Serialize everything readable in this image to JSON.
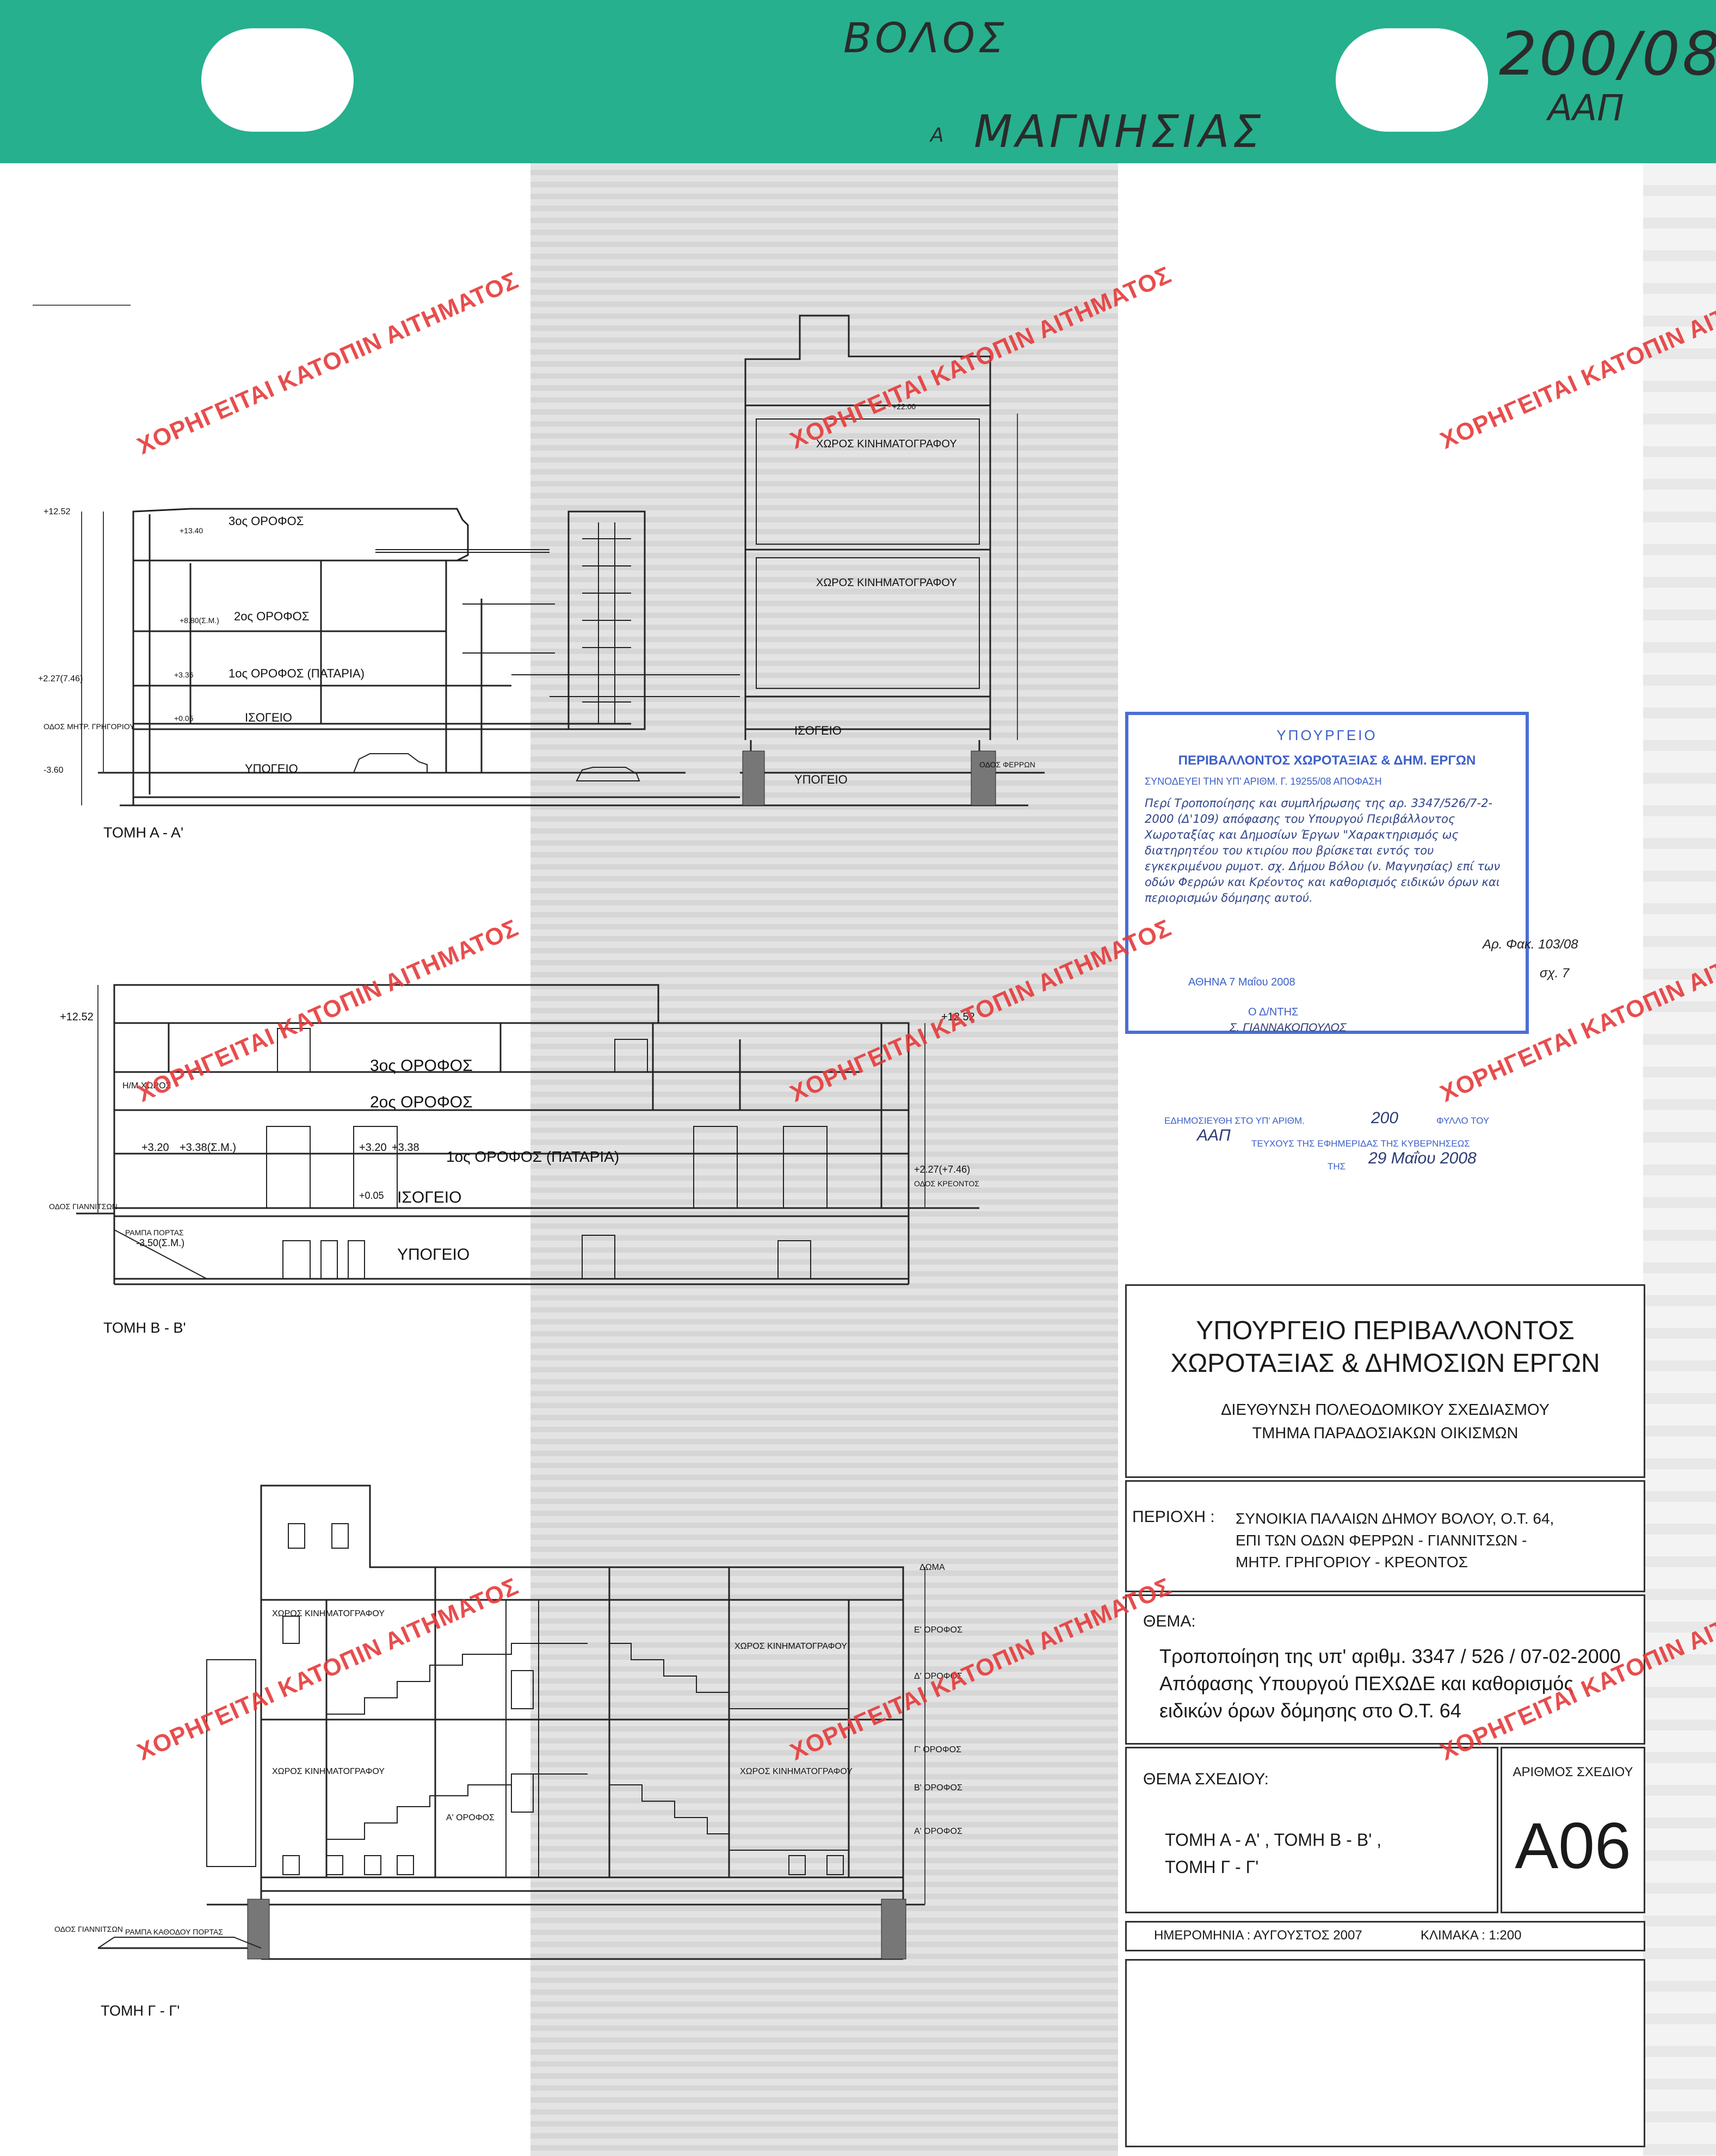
{
  "header": {
    "city": "ΒΟΛΟΣ",
    "prefecture_prefix": "Α",
    "prefecture": "ΜΑΓΝΗΣΙΑΣ",
    "decision_no": "200/08",
    "gazette_issue": "ΑΑΠ"
  },
  "watermark_text": "ΧΟΡΗΓΕΙΤΑΙ ΚΑΤΟΠΙΝ ΑΙΤΗΜΑΤΟΣ",
  "sections": {
    "aa": {
      "title": "ΤΟΜΗ Α - Α'",
      "labels": {
        "floor3": "3ος ΟΡΟΦΟΣ",
        "floor2": "2ος ΟΡΟΦΟΣ",
        "floor1": "1ος ΟΡΟΦΟΣ (ΠΑΤΑΡΙΑ)",
        "ground": "ΙΣΟΓΕΙΟ",
        "ground2": "ΙΣΟΓΕΙΟ",
        "basement": "ΥΠΟΓΕΙΟ",
        "basement2": "ΥΠΟΓΕΙΟ",
        "cinema1": "ΧΩΡΟΣ ΚΙΝΗΜΑΤΟΓΡΑΦΟΥ",
        "cinema2": "ΧΩΡΟΣ ΚΙΝΗΜΑΤΟΓΡΑΦΟΥ",
        "street_left": "ΟΔΟΣ ΜΗΤΡ. ΓΡΗΓΟΡΙΟΥ",
        "street_right": "ΟΔΟΣ ΦΕΡΡΩΝ",
        "lvl_top": "+12.52",
        "lvl_mid": "+2.27(7.46)",
        "lvl_base": "-3.60",
        "lvl_1": "+3.36",
        "lvl_2": "+0.05",
        "lvl_3": "+8.80(Σ.Μ.)",
        "lvl_4": "+13.40",
        "lvl_5": "+22.00"
      }
    },
    "bb": {
      "title": "ΤΟΜΗ Β - Β'",
      "labels": {
        "floor3": "3ος ΟΡΟΦΟΣ",
        "floor2": "2ος ΟΡΟΦΟΣ",
        "floor1": "1ος ΟΡΟΦΟΣ (ΠΑΤΑΡΙΑ)",
        "ground": "ΙΣΟΓΕΙΟ",
        "basement": "ΥΠΟΓΕΙΟ",
        "empty_space": "Η/Μ ΧΩΡΟΣ",
        "street_left": "ΟΔΟΣ ΓΙΑΝΝΙΤΣΩΝ",
        "street_right": "ΟΔΟΣ ΚΡΕΟΝΤΟΣ",
        "ramp": "ΡΑΜΠΑ ΠΟΡΤΑΣ",
        "lvl_top_left": "+12.52",
        "lvl_top_right": "+12.52",
        "lvl_320": "+3.20",
        "lvl_338sm": "+3.38(Σ.Μ.)",
        "lvl_320b": "+3.20",
        "lvl_338": "+3.38",
        "lvl_005": "+0.05",
        "lvl_right": "+2.27(+7.46)",
        "lvl_base": "-3.50(Σ.Μ.)"
      }
    },
    "gg": {
      "title": "ΤΟΜΗ Γ - Γ'",
      "labels": {
        "roof": "ΔΩΜΑ",
        "floor5": "Ε' ΟΡΟΦΟΣ",
        "floor4": "Δ' ΟΡΟΦΟΣ",
        "floor3": "Γ' ΟΡΟΦΟΣ",
        "floor2": "Β' ΟΡΟΦΟΣ",
        "floor1": "Α' ΟΡΟΦΟΣ",
        "floor1b": "Α' ΟΡΟΦΟΣ",
        "cinema_top": "ΧΩΡΟΣ ΚΙΝΗΜΑΤΟΓΡΑΦΟΥ",
        "cinema_left": "ΧΩΡΟΣ ΚΙΝΗΜΑΤΟΓΡΑΦΟΥ",
        "cinema_right": "ΧΩΡΟΣ ΚΙΝΗΜΑΤΟΓΡΑΦΟΥ",
        "cinema_tl": "ΧΩΡΟΣ ΚΙΝΗΜΑΤΟΓΡΑΦΟΥ",
        "street_left": "ΟΔΟΣ ΓΙΑΝΝΙΤΣΩΝ",
        "ramp": "ΡΑΜΠΑ ΚΑΘΟΔΟΥ ΠΟΡΤΑΣ"
      }
    }
  },
  "stamp": {
    "ministry": "ΥΠΟΥΡΓΕΙΟ",
    "ministry_full": "ΠΕΡΙΒΑΛΛΟΝΤΟΣ ΧΩΡΟΤΑΞΙΑΣ & ΔΗΜ. ΕΡΓΩΝ",
    "accompanies": "ΣΥΝΟΔΕΥΕΙ ΤΗΝ ΥΠ' ΑΡΙΘΜ. Γ. 19255/08 ΑΠΟΦΑΣΗ",
    "handwritten": "Περί Τροποποίησης και συμπλήρωσης της αρ. 3347/526/7-2-2000 (Δ'109) απόφασης του Υπουργού Περιβάλλοντος Χωροταξίας και Δημοσίων Έργων \"Χαρακτηρισμός ως διατηρητέου του κτιρίου που βρίσκεται εντός του εγκεκριμένου ρυμοτ. σχ. Δήμου Βόλου (ν. Μαγνησίας) επί των οδών Φερρών και Κρέοντος και καθορισμός ειδικών όρων και περιορισμών δόμησης αυτού.",
    "date": "ΑΘΗΝΑ 7 Μαΐου 2008",
    "signer_title": "Ο Δ/ΝΤΗΣ",
    "signer_name": "Σ. ΓΙΑΝΝΑΚΟΠΟΥΛΟΣ"
  },
  "file_ref": {
    "file_no": "Αρ. Φακ. 103/08",
    "sheet_no": "σχ. 7"
  },
  "gazette": {
    "line1": "ΕΔΗΜΟΣΙΕΥΘΗ ΣΤΟ ΥΠ' ΑΡΙΘΜ.",
    "line1_num": "200",
    "line1_end": "ΦΥΛΛΟ ΤΟΥ",
    "line2_hand": "ΑΑΠ",
    "line2": "ΤΕΥΧΟΥΣ ΤΗΣ ΕΦΗΜΕΡΙΔΑΣ ΤΗΣ ΚΥΒΕΡΝΗΣΕΩΣ",
    "line3": "ΤΗΣ",
    "line3_hand": "29 Μαΐου 2008"
  },
  "title_block": {
    "ministry_l1": "ΥΠΟΥΡΓΕΙΟ ΠΕΡΙΒΑΛΛΟΝΤΟΣ",
    "ministry_l2": "ΧΩΡΟΤΑΞΙΑΣ & ΔΗΜΟΣΙΩΝ ΕΡΓΩΝ",
    "directorate": "ΔΙΕΥΘΥΝΣΗ ΠΟΛΕΟΔΟΜΙΚΟΥ ΣΧΕΔΙΑΣΜΟΥ",
    "department": "ΤΜΗΜΑ ΠΑΡΑΔΟΣΙΑΚΩΝ ΟΙΚΙΣΜΩΝ",
    "area_label": "ΠΕΡΙΟΧΗ :",
    "area_l1": "ΣΥΝΟΙΚΙΑ ΠΑΛΑΙΩΝ ΔΗΜΟΥ ΒΟΛΟΥ,  Ο.Τ. 64,",
    "area_l2": "ΕΠΙ ΤΩΝ ΟΔΩΝ ΦΕΡΡΩΝ - ΓΙΑΝΝΙΤΣΩΝ -",
    "area_l3": "ΜΗΤΡ. ΓΡΗΓΟΡΙΟΥ  -  ΚΡΕΟΝΤΟΣ",
    "subject_label": "ΘΕΜΑ:",
    "subject_l1": "Τροποποίηση της υπ' αριθμ. 3347 / 526 / 07-02-2000",
    "subject_l2": "Απόφασης Υπουργού ΠΕΧΩΔΕ και καθορισμός",
    "subject_l3": "ειδικών όρων δόμησης στο Ο.Τ. 64",
    "drawing_title_label": "ΘΕΜΑ ΣΧΕΔΙΟΥ:",
    "drawing_title_l1": "ΤΟΜΗ Α - Α' ,  ΤΟΜΗ Β - Β' ,",
    "drawing_title_l2": "ΤΟΜΗ Γ - Γ'",
    "drawing_number_label": "ΑΡΙΘΜΟΣ ΣΧΕΔΙΟΥ",
    "drawing_number": "A06",
    "date": "ΗΜΕΡΟΜΗΝΙΑ : ΑΥΓΟΥΣΤΟΣ  2007",
    "scale": "ΚΛΙΜΑΚΑ :   1:200"
  },
  "colors": {
    "header_band": "#26b08e",
    "stamp_blue": "#4a6fd6",
    "watermark_red": "#e63a3a"
  }
}
